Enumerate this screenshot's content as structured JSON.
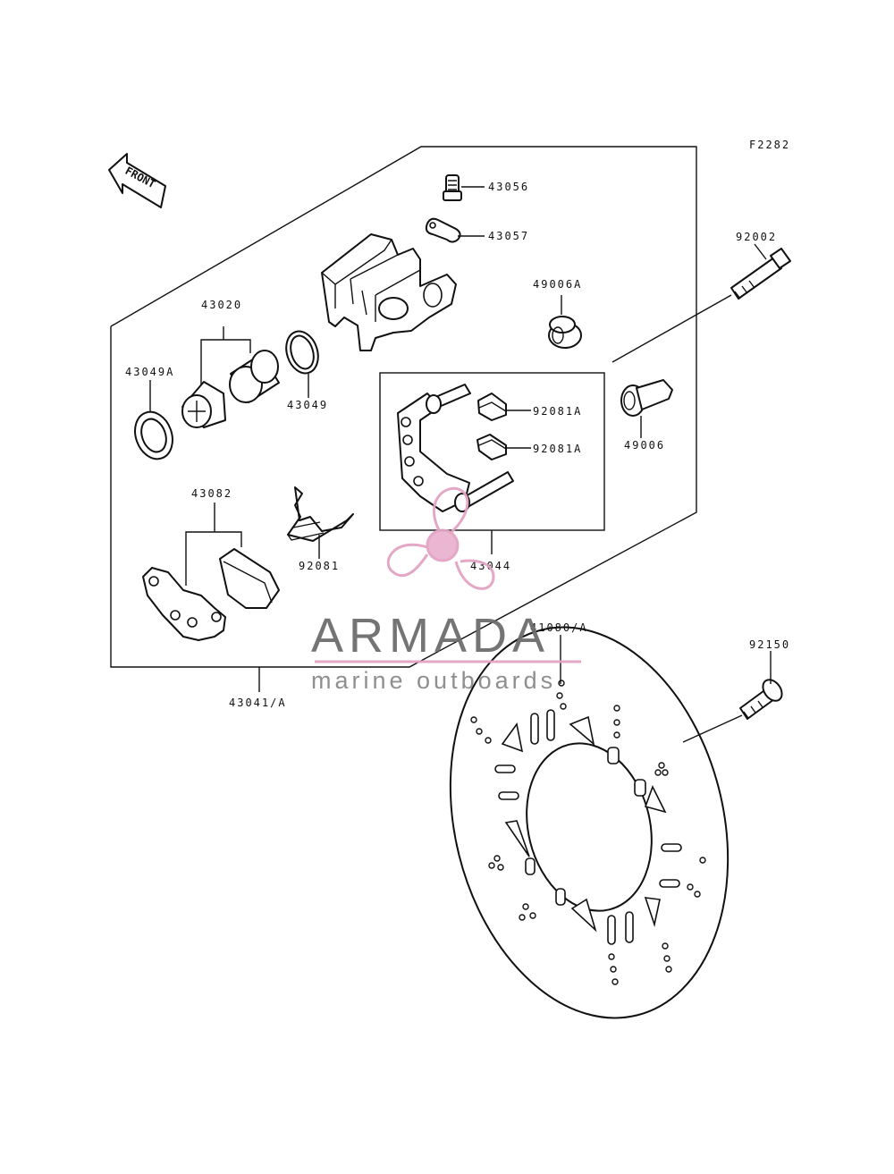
{
  "diagram_code": "F2282",
  "front_label": "FRONT",
  "parts": {
    "p43056": "43056",
    "p43057": "43057",
    "p92002": "92002",
    "p49006A": "49006A",
    "p43020": "43020",
    "p43049A": "43049A",
    "p43049": "43049",
    "p92081A_1": "92081A",
    "p92081A_2": "92081A",
    "p49006": "49006",
    "p43082": "43082",
    "p92081": "92081",
    "p43044": "43044",
    "p41080A": "41080/A",
    "p92150": "92150",
    "p43041A": "43041/A"
  },
  "watermark": {
    "brand": "ARMADA",
    "tagline": "marine outboards",
    "accent_color": "#e3a3c4"
  }
}
